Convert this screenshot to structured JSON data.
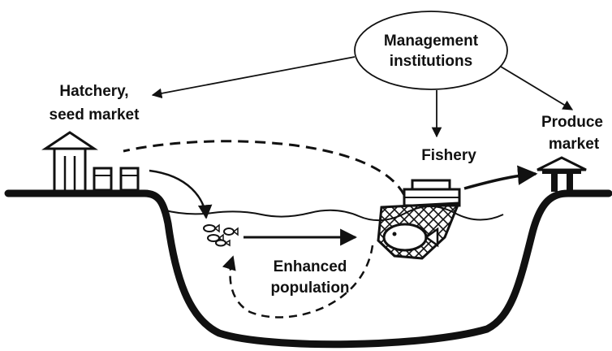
{
  "labels": {
    "management_line1": "Management",
    "management_line2": "institutions",
    "hatchery_line1": "Hatchery,",
    "hatchery_line2": "seed market",
    "produce_line1": "Produce",
    "produce_line2": "market",
    "fishery": "Fishery",
    "enhanced_line1": "Enhanced",
    "enhanced_line2": "population"
  }
}
